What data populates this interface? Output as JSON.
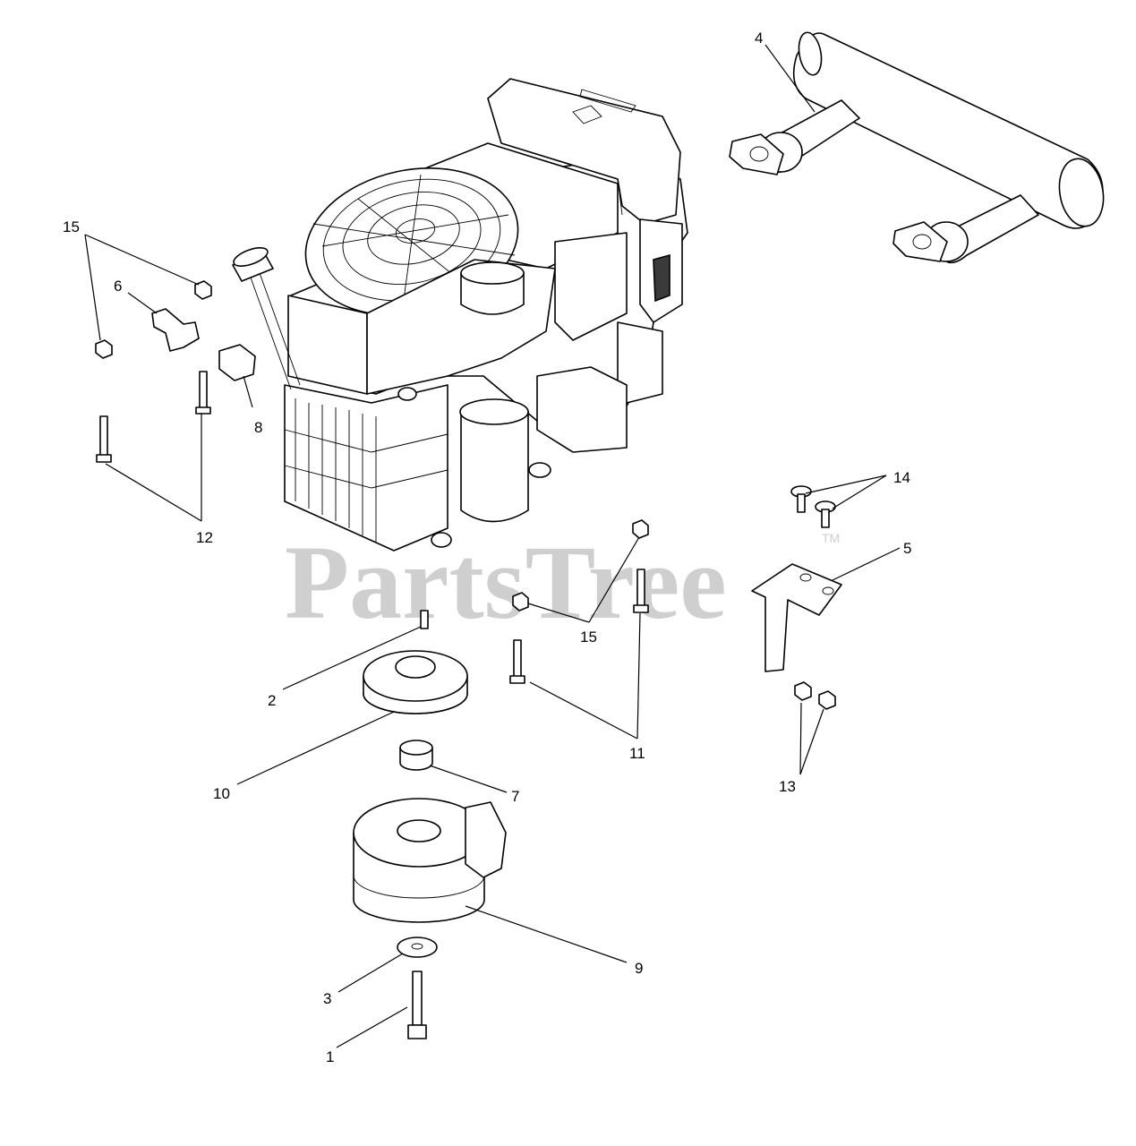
{
  "watermark": {
    "text": "PartsTree",
    "trademark": "TM"
  },
  "callouts": {
    "c1": "1",
    "c2": "2",
    "c3": "3",
    "c4": "4",
    "c5": "5",
    "c6": "6",
    "c7": "7",
    "c8": "8",
    "c9": "9",
    "c10": "10",
    "c11": "11",
    "c12": "12",
    "c13": "13",
    "c14": "14",
    "c15a": "15",
    "c15b": "15"
  }
}
